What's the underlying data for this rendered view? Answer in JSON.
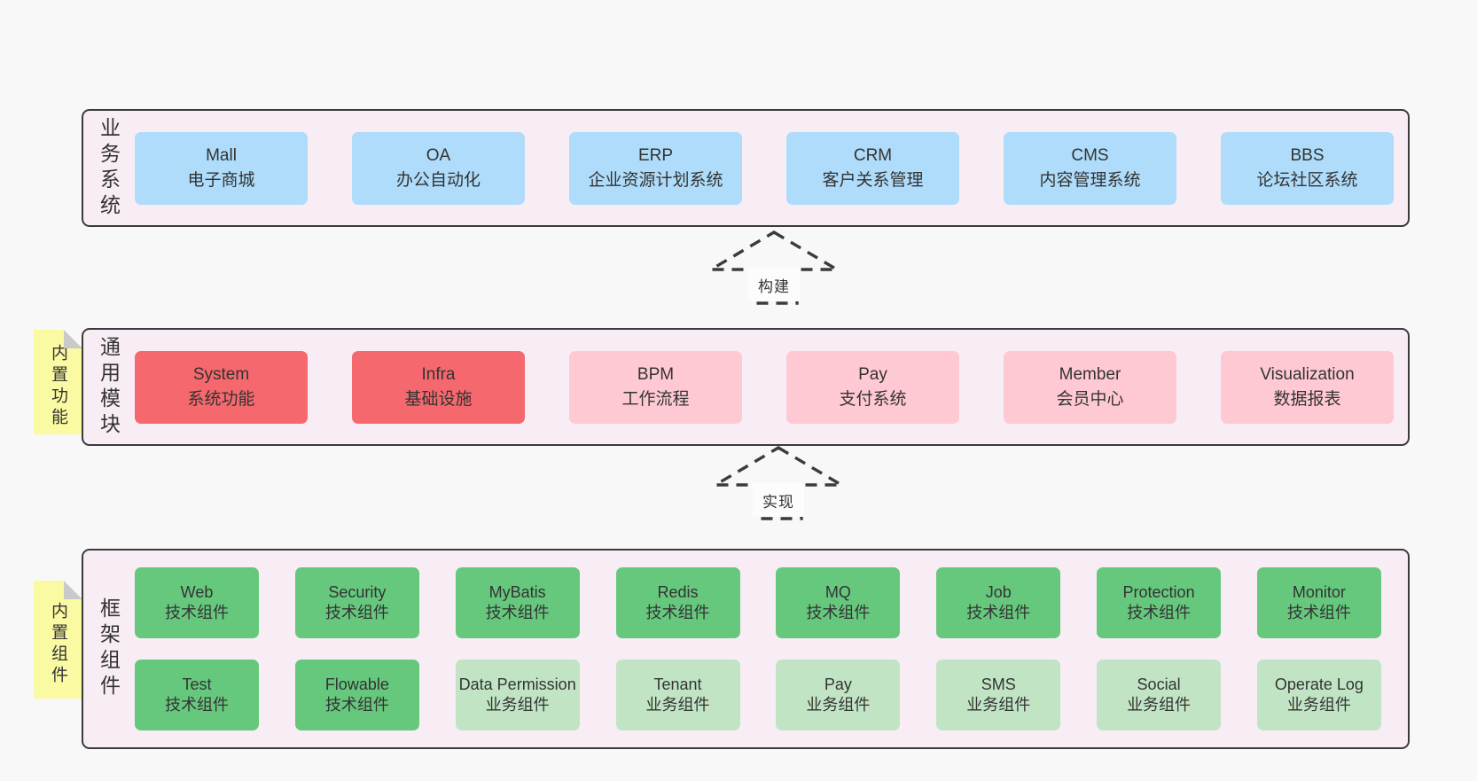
{
  "palette": {
    "page-bg": "#f8f8f8",
    "section-bg": "#f8ecf5",
    "section-border": "#3b3b3b",
    "blue": "#aedcfa",
    "red": "#f5686d",
    "pink": "#ffc9d4",
    "green-dark": "#66c87d",
    "green-light": "#c1e5c4",
    "sticky-yellow": "#fafaa3",
    "fold-gray": "#c9c9c9",
    "text": "#333333"
  },
  "arrows": {
    "build": "构建",
    "implement": "实现"
  },
  "business": {
    "label": "业务系统",
    "boxes": [
      {
        "title": "Mall",
        "subtitle": "电子商城"
      },
      {
        "title": "OA",
        "subtitle": "办公自动化"
      },
      {
        "title": "ERP",
        "subtitle": "企业资源计划系统"
      },
      {
        "title": "CRM",
        "subtitle": "客户关系管理"
      },
      {
        "title": "CMS",
        "subtitle": "内容管理系统"
      },
      {
        "title": "BBS",
        "subtitle": "论坛社区系统"
      }
    ]
  },
  "modules": {
    "label": "通用模块",
    "sticky": "内置功能",
    "boxes": [
      {
        "title": "System",
        "subtitle": "系统功能",
        "variant": "red"
      },
      {
        "title": "Infra",
        "subtitle": "基础设施",
        "variant": "red"
      },
      {
        "title": "BPM",
        "subtitle": "工作流程",
        "variant": "pink"
      },
      {
        "title": "Pay",
        "subtitle": "支付系统",
        "variant": "pink"
      },
      {
        "title": "Member",
        "subtitle": "会员中心",
        "variant": "pink"
      },
      {
        "title": "Visualization",
        "subtitle": "数据报表",
        "variant": "pink"
      }
    ]
  },
  "framework": {
    "label": "框架组件",
    "sticky": "内置组件",
    "row1": [
      {
        "title": "Web",
        "subtitle": "技术组件",
        "variant": "dark"
      },
      {
        "title": "Security",
        "subtitle": "技术组件",
        "variant": "dark"
      },
      {
        "title": "MyBatis",
        "subtitle": "技术组件",
        "variant": "dark"
      },
      {
        "title": "Redis",
        "subtitle": "技术组件",
        "variant": "dark"
      },
      {
        "title": "MQ",
        "subtitle": "技术组件",
        "variant": "dark"
      },
      {
        "title": "Job",
        "subtitle": "技术组件",
        "variant": "dark"
      },
      {
        "title": "Protection",
        "subtitle": "技术组件",
        "variant": "dark"
      },
      {
        "title": "Monitor",
        "subtitle": "技术组件",
        "variant": "dark"
      }
    ],
    "row2": [
      {
        "title": "Test",
        "subtitle": "技术组件",
        "variant": "dark"
      },
      {
        "title": "Flowable",
        "subtitle": "技术组件",
        "variant": "dark"
      },
      {
        "title": "Data Permission",
        "subtitle": "业务组件",
        "variant": "light"
      },
      {
        "title": "Tenant",
        "subtitle": "业务组件",
        "variant": "light"
      },
      {
        "title": "Pay",
        "subtitle": "业务组件",
        "variant": "light"
      },
      {
        "title": "SMS",
        "subtitle": "业务组件",
        "variant": "light"
      },
      {
        "title": "Social",
        "subtitle": "业务组件",
        "variant": "light"
      },
      {
        "title": "Operate Log",
        "subtitle": "业务组件",
        "variant": "light"
      }
    ]
  }
}
